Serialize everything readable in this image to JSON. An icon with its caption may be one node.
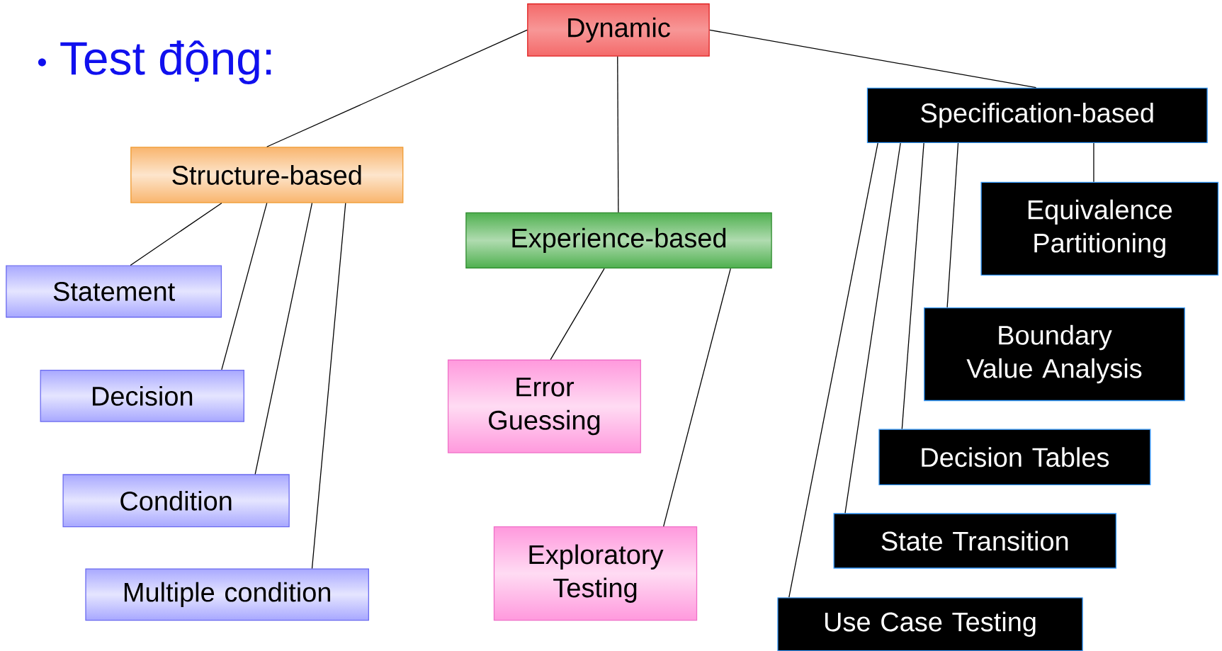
{
  "diagram": {
    "title": "Test động:",
    "nodes": [
      {
        "text": [
          "Dynamic"
        ]
      },
      {
        "text": [
          "Structure-based"
        ]
      },
      {
        "text": [
          "Experience-based"
        ]
      },
      {
        "text": [
          "Specification-based"
        ]
      },
      {
        "text": [
          "Statement"
        ]
      },
      {
        "text": [
          "Decision"
        ]
      },
      {
        "text": [
          "Condition"
        ]
      },
      {
        "text": [
          "Multiple condition"
        ]
      },
      {
        "text": [
          "Error Guessing"
        ]
      },
      {
        "text": [
          "Exploratory Testing"
        ]
      },
      {
        "text": [
          "Equivalence Partitioning"
        ]
      },
      {
        "text": [
          "Boundary Value Analysis"
        ]
      },
      {
        "text": [
          "Decision Tables"
        ]
      },
      {
        "text": [
          "State Transition"
        ]
      },
      {
        "text": [
          "Use Case Testing"
        ]
      }
    ],
    "edges": [
      {
        "from": 0,
        "to": 1,
        "arrow": "none"
      },
      {
        "from": 0,
        "to": 2,
        "arrow": "none"
      },
      {
        "from": 0,
        "to": 3,
        "arrow": "none"
      },
      {
        "from": 1,
        "to": 4,
        "arrow": "none"
      },
      {
        "from": 1,
        "to": 5,
        "arrow": "none"
      },
      {
        "from": 1,
        "to": 6,
        "arrow": "none"
      },
      {
        "from": 1,
        "to": 7,
        "arrow": "none"
      },
      {
        "from": 2,
        "to": 8,
        "arrow": "none"
      },
      {
        "from": 2,
        "to": 9,
        "arrow": "none"
      },
      {
        "from": 3,
        "to": 14,
        "arrow": "none"
      },
      {
        "from": 3,
        "to": 13,
        "arrow": "none"
      },
      {
        "from": 3,
        "to": 12,
        "arrow": "none"
      },
      {
        "from": 3,
        "to": 11,
        "arrow": "none"
      },
      {
        "from": 3,
        "to": 10,
        "arrow": "none"
      }
    ]
  }
}
